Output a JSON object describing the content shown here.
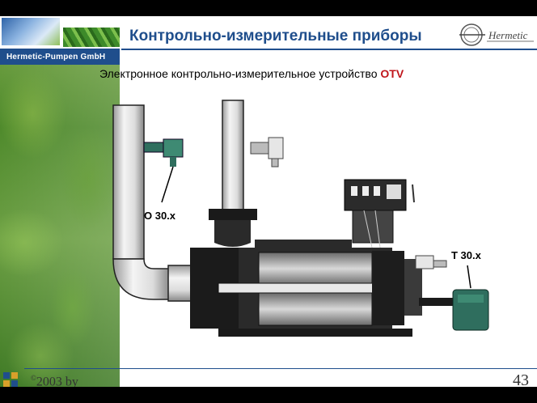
{
  "header": {
    "brand": "Hermetic-Pumpen GmbH",
    "title": "Контрольно-измерительные приборы",
    "logo_text": "Hermetic"
  },
  "subtitle": {
    "text": "Электронное контрольно-измерительное устройство",
    "accent": "OTV"
  },
  "diagram": {
    "label_o": "O 30.x",
    "label_t": "T 30.x"
  },
  "footer": {
    "copyright": "©",
    "text": "2003 by",
    "page": "43"
  }
}
